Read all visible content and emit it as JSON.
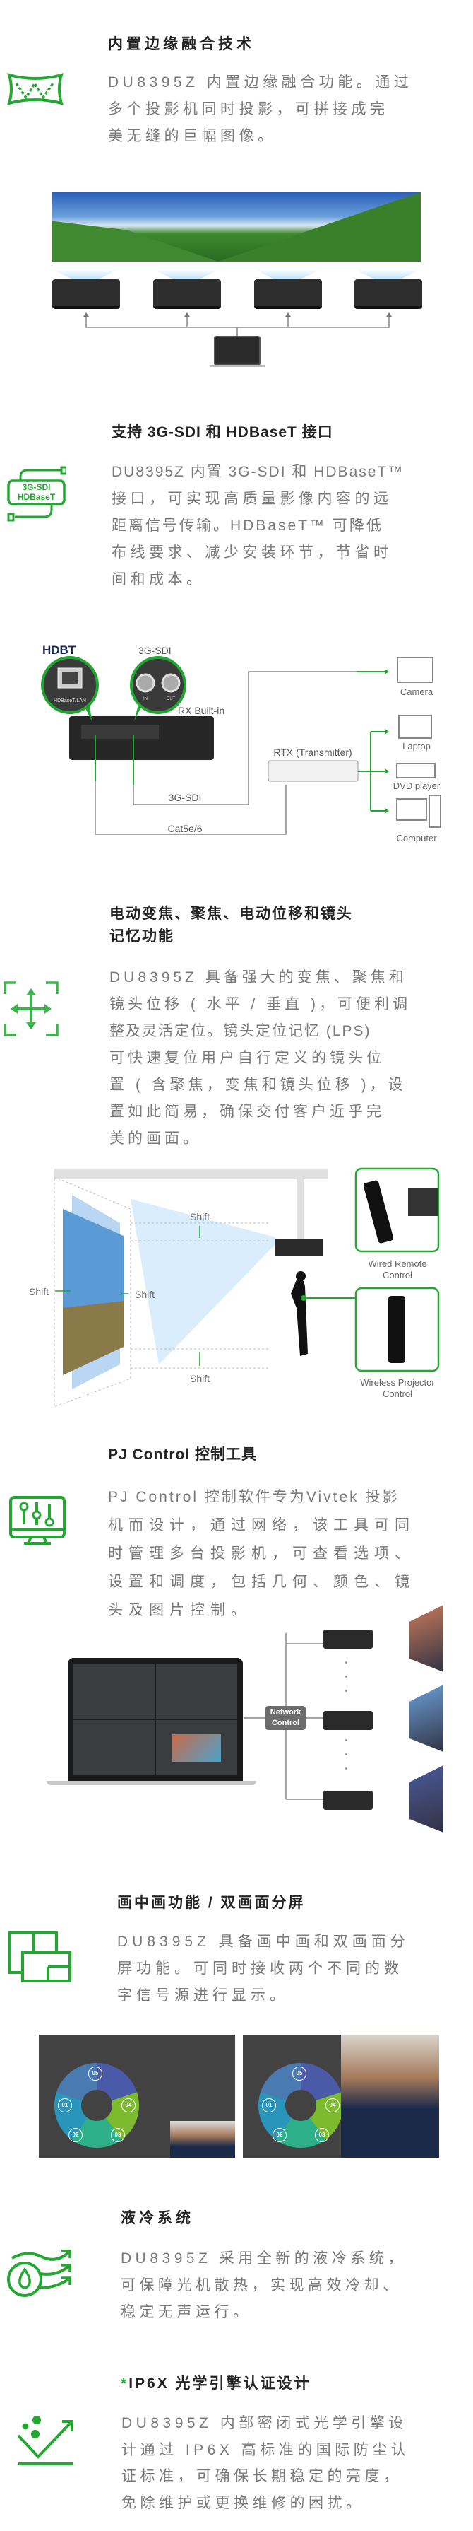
{
  "colors": {
    "accent": "#22a832",
    "heading": "#232323",
    "body": "#7a7a7a"
  },
  "sections": [
    {
      "heading": "内置边缘融合技术",
      "icon": "edge-blend-icon",
      "lines": [
        "DU8395Z 内置边缘融合功能。通过",
        "多个投影机同时投影，可拼接成完",
        "美无缝的巨幅图像。"
      ]
    },
    {
      "heading": "支持 3G-SDI 和 HDBaseT 接口",
      "icon": "3g-sdi-hdbaset-icon",
      "icon_text": [
        "3G-SDI",
        "HDBaseT"
      ],
      "lines": [
        "DU8395Z 内置 3G-SDI 和 HDBaseT™",
        "接口，可实现高质量影像内容的远",
        "距离信号传输。HDBaseT™ 可降低",
        "布线要求、减少安装环节，节省时",
        "间和成本。"
      ]
    },
    {
      "heading": [
        "电动变焦、聚焦、电动位移和镜头",
        "记忆功能"
      ],
      "icon": "move-arrows-icon",
      "lines": [
        "DU8395Z 具备强大的变焦、聚焦和",
        "镜头位移 ( 水平 / 垂直 )，可便利调",
        "整及灵活定位。镜头定位记忆 (LPS)",
        "可快速复位用户自行定义的镜头位",
        "置 ( 含聚焦，变焦和镜头位移 )，设",
        "置如此简易，确保交付客户近乎完",
        "美的画面。"
      ]
    },
    {
      "heading": "PJ Control 控制工具",
      "icon": "monitor-sliders-icon",
      "lines": [
        "PJ Control 控制软件专为Vivtek 投影",
        "机而设计，通过网络，该工具可同",
        "时管理多台投影机，可查看选项、",
        "设置和调度，包括几何、颜色、镜",
        "头及图片控制。"
      ]
    },
    {
      "heading": "画中画功能 / 双画面分屏",
      "icon": "pip-windows-icon",
      "lines": [
        "DU8395Z 具备画中画和双画面分",
        "屏功能。可同时接收两个不同的数",
        "字信号源进行显示。"
      ]
    },
    {
      "heading": "液冷系统",
      "icon": "liquid-cooling-icon",
      "lines": [
        "DU8395Z 采用全新的液冷系统，",
        "可保障光机散热，实现高效冷却、",
        "稳定无声运行。"
      ]
    },
    {
      "heading_star": "*",
      "heading": "IP6X 光学引擎认证设计",
      "icon": "dust-proof-icon",
      "lines": [
        "DU8395Z 内部密闭式光学引擎设",
        "计通过 IP6X 高标准的国际防尘认",
        "证标准，可确保长期稳定的亮度，",
        "免除维护或更换维修的困扰。"
      ]
    }
  ],
  "hdbt_diagram": {
    "logo": "HDBT",
    "port_label": "HDBaseT/LAN",
    "sdi_top": "3G-SDI",
    "sdi_in": "IN",
    "sdi_out": "OUT",
    "rx": "RX Built-in",
    "rtx": "RTX (Transmitter)",
    "sdi_cable": "3G-SDI",
    "cat_cable": "Cat5e/6",
    "devices": [
      "Camera",
      "Laptop",
      "DVD player",
      "Computer"
    ]
  },
  "shift_diagram": {
    "shift": "Shift",
    "wired": [
      "Wired Remote",
      "Control"
    ],
    "wireless": [
      "Wireless Projector",
      "Control"
    ]
  },
  "network_diagram": {
    "box": [
      "Network",
      "Control"
    ]
  },
  "pip_demo": {
    "segments": [
      "01",
      "02",
      "03",
      "04",
      "05"
    ]
  }
}
